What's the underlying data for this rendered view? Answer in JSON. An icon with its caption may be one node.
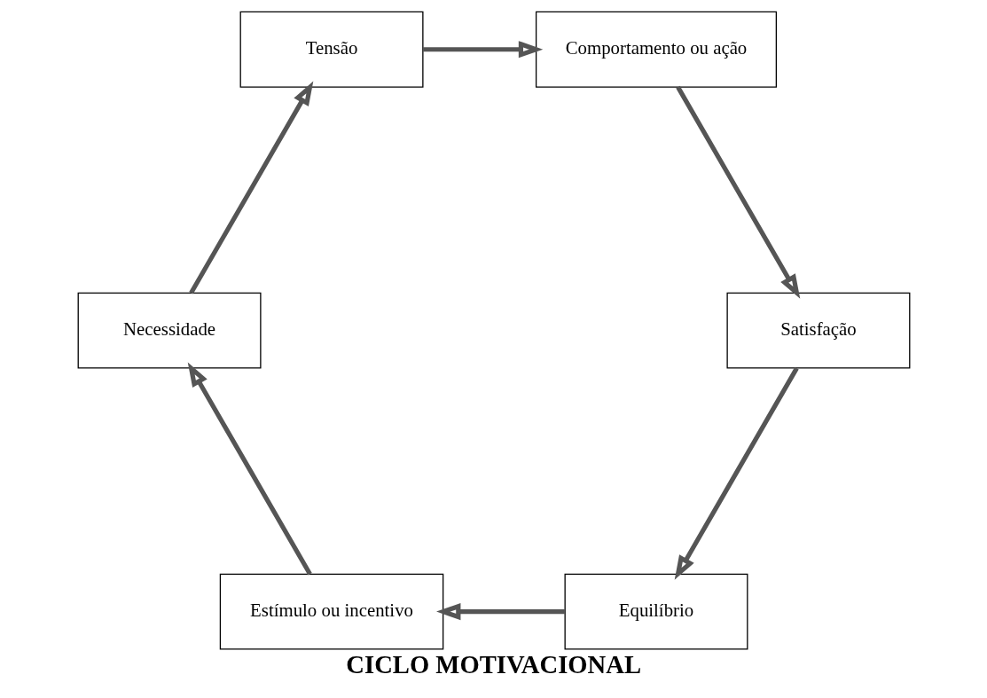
{
  "diagram": {
    "title": "CICLO MOTIVACIONAL",
    "nodes": [
      {
        "text": [
          "Equilíbrio"
        ]
      },
      {
        "text": [
          "Satisfação"
        ]
      },
      {
        "text": [
          "Estímulo ou incentivo"
        ]
      },
      {
        "text": [
          "Comportamento ou ação"
        ]
      },
      {
        "text": [
          "Necessidade"
        ]
      },
      {
        "text": [
          "Tensão"
        ]
      }
    ],
    "edges": [
      {
        "from": 0,
        "to": 2,
        "arrow": "to"
      },
      {
        "from": 2,
        "to": 4,
        "arrow": "to"
      },
      {
        "from": 4,
        "to": 5,
        "arrow": "to"
      },
      {
        "from": 5,
        "to": 3,
        "arrow": "to"
      },
      {
        "from": 3,
        "to": 1,
        "arrow": "to"
      },
      {
        "from": 1,
        "to": 0,
        "arrow": "to"
      }
    ]
  }
}
